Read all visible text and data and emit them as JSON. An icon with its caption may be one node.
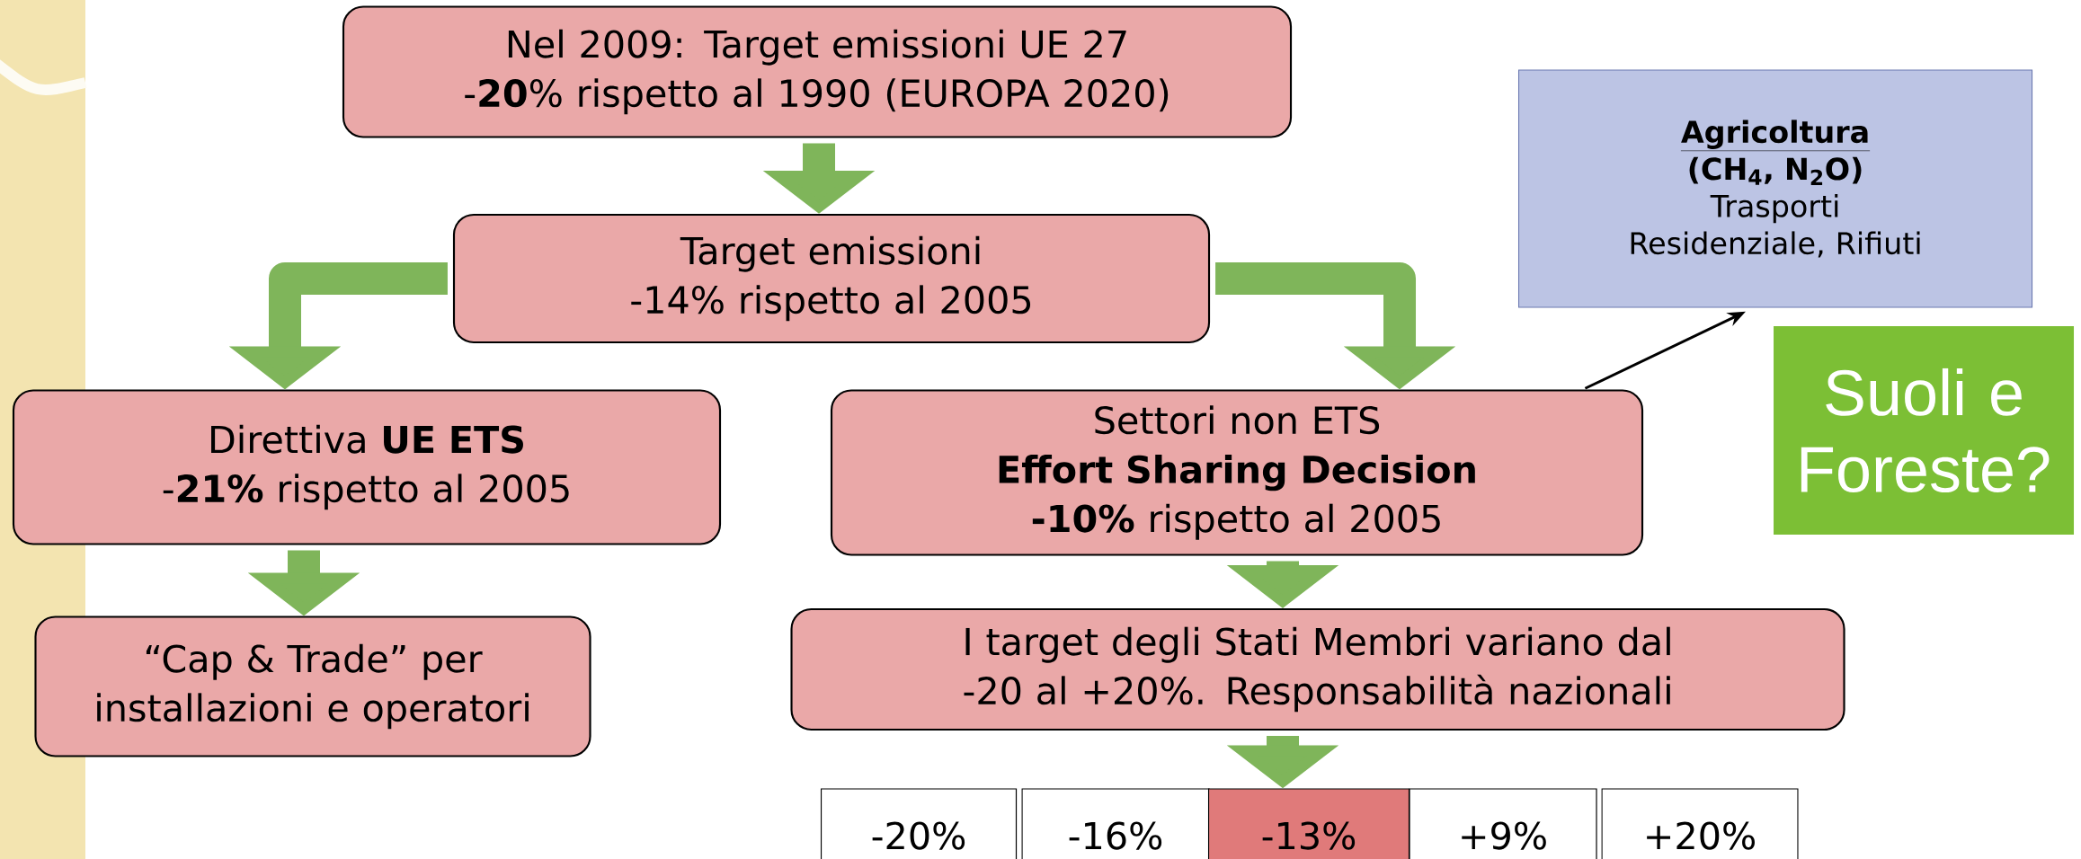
{
  "diagram": {
    "nodes": [
      {
        "text": [
          "Nel 2009: Target emissioni UE 27 -**20**% rispetto al 1990 (EUROPA 2020)"
        ]
      },
      {
        "text": [
          "Target emissioni -14% rispetto al 2005"
        ]
      },
      {
        "text": [
          "Direttiva **UE ETS** -**21%** rispetto al 2005"
        ]
      },
      {
        "text": [
          "Settori non ETS",
          "**Effort Sharing Decision**",
          "**-10%** rispetto al 2005"
        ]
      },
      {
        "text": [
          "“Cap & Trade” per installazioni e operatori"
        ]
      },
      {
        "text": [
          "Agricoltura",
          "(CH$_{4}$, N$_{2}$O)",
          "Trasporti",
          "Residenziale, Rifiuti"
        ]
      },
      {
        "text": [
          "Suoli e Foreste?"
        ]
      },
      {
        "text": [
          "I target degli Stati Membri variano dal -20 al +20%. Responsabilità nazionali"
        ]
      },
      {
        "text": [
          "-20%"
        ]
      },
      {
        "text": [
          "-16%"
        ]
      },
      {
        "text": [
          "-13%"
        ]
      },
      {
        "text": [
          "+9%"
        ]
      },
      {
        "text": [
          "+20%"
        ]
      }
    ],
    "edges": [
      {
        "from": 0,
        "to": 1,
        "arrow": "to"
      },
      {
        "from": 1,
        "to": 2,
        "arrow": "to"
      },
      {
        "from": 1,
        "to": 3,
        "arrow": "to"
      },
      {
        "from": 2,
        "to": 4,
        "arrow": "to"
      },
      {
        "from": 3,
        "to": 7,
        "arrow": "to"
      },
      {
        "from": 7,
        "to": 10,
        "arrow": "to"
      },
      {
        "from": 3,
        "to": 5,
        "arrow": "to",
        "color": "#000000"
      }
    ]
  }
}
